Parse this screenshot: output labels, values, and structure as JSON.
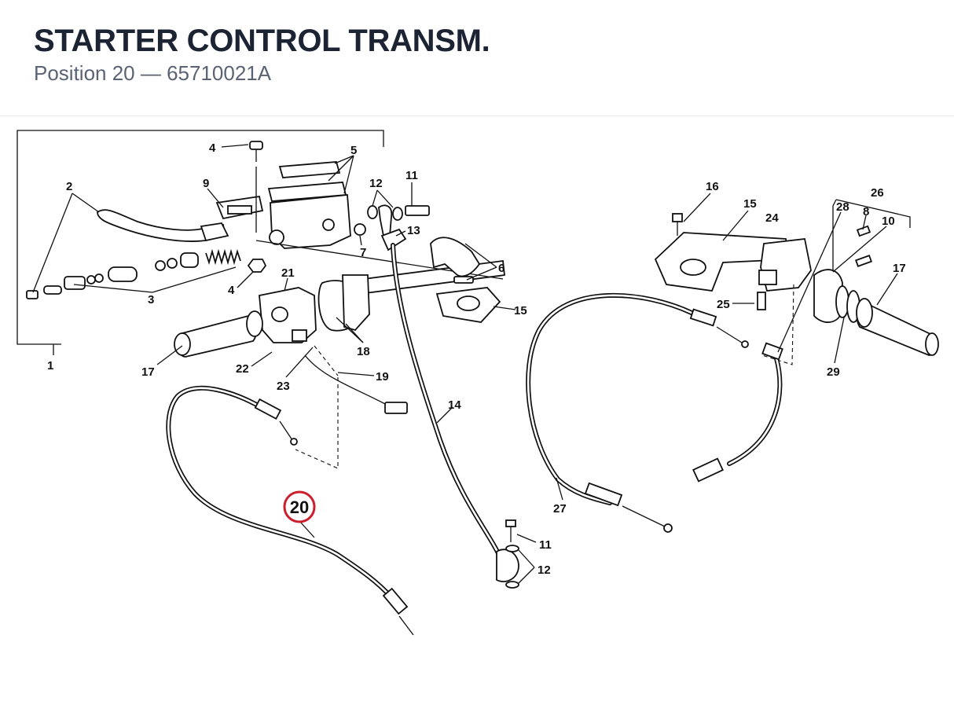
{
  "header": {
    "title": "STARTER CONTROL TRANSM.",
    "subtitle": "Position 20 — 65710021A"
  },
  "diagram": {
    "highlight_color": "#cc1f2d",
    "highlighted": "20",
    "callouts": [
      "1",
      "2",
      "3",
      "4",
      "4",
      "5",
      "6",
      "7",
      "8",
      "9",
      "10",
      "11",
      "11",
      "12",
      "12",
      "13",
      "14",
      "15",
      "15",
      "16",
      "17",
      "17",
      "18",
      "19",
      "20",
      "21",
      "22",
      "23",
      "24",
      "25",
      "26",
      "27",
      "28",
      "29"
    ]
  }
}
